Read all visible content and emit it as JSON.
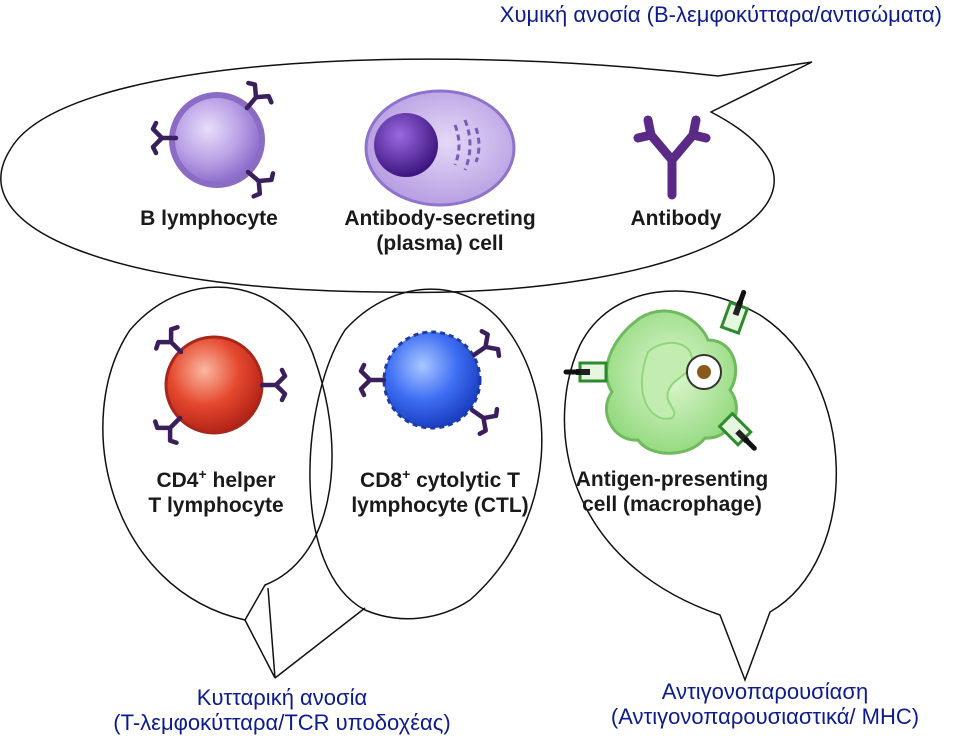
{
  "captions": {
    "humoral": "Χυμική ανοσία (B-λεμφοκύτταρα/αντισώματα)",
    "cellular_line1": "Κυτταρική ανοσία",
    "cellular_line2": "(T-λεμφοκύτταρα/TCR υποδοχέας)",
    "antigen_line1": "Αντιγονοπαρουσίαση",
    "antigen_line2": "(Αντιγονοπαρουσιαστικά/ MHC)"
  },
  "cells": {
    "b_lymphocyte": {
      "line1": "B lymphocyte",
      "color": "#b49ae0"
    },
    "plasma_cell": {
      "line1": "Antibody-secreting",
      "line2": "(plasma) cell",
      "color": "#c7b0ee"
    },
    "antibody": {
      "line1": "Antibody",
      "color": "#5a2a86"
    },
    "cd4": {
      "line1_main": "CD4",
      "line1_sup": "+",
      "line1_rest": " helper",
      "line2": "T lymphocyte",
      "color": "#d63a2a"
    },
    "cd8": {
      "line1_main": "CD8",
      "line1_sup": "+",
      "line1_rest": " cytolytic T",
      "line2": "lymphocyte (CTL)",
      "color": "#3c6df0"
    },
    "apc": {
      "line1": "Antigen-presenting",
      "line2": "cell (macrophage)",
      "color": "#9ee28a"
    }
  },
  "colors": {
    "caption_text": "#0d1b8c",
    "receptor": "#3a1f5c",
    "mhc": "#2e8a2e",
    "outline": "#111111"
  }
}
